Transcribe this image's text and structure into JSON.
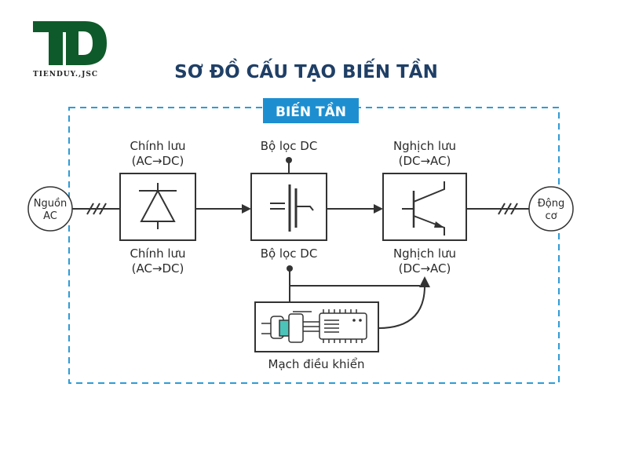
{
  "logo": {
    "mark": "TD",
    "company": "TIENDUY.,JSC",
    "color": "#0f5a2a"
  },
  "title": "SƠ ĐỒ CẤU TẠO BIẾN TẦN",
  "frame": {
    "label": "BIẾN TẦN",
    "color": "#2f9bd6"
  },
  "source": {
    "line1": "Nguồn",
    "line2": "AC"
  },
  "motor": {
    "line1": "Động",
    "line2": "cơ"
  },
  "blocks": [
    {
      "name": "Chính lưu",
      "sub": "(AC→DC)"
    },
    {
      "name": "Bộ lọc DC"
    },
    {
      "name": "Nghịch lưu",
      "sub": "(DC→AC)"
    }
  ],
  "control": {
    "label": "Mạch điều khiển"
  }
}
